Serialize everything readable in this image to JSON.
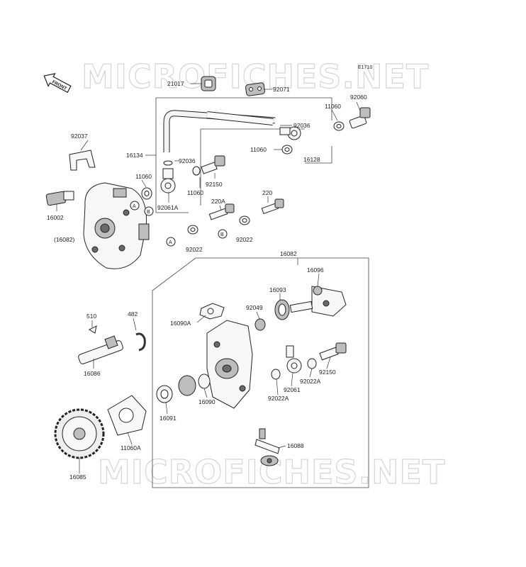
{
  "watermark": "MICROFICHES.NET",
  "diagram_code": "E1710",
  "front_label": "FRONT",
  "callouts": {
    "A": "A",
    "B": "B"
  },
  "labels": [
    {
      "id": "p21017",
      "text": "21017"
    },
    {
      "id": "p92071",
      "text": "92071"
    },
    {
      "id": "p92060",
      "text": "92060"
    },
    {
      "id": "p11060a",
      "text": "11060"
    },
    {
      "id": "p92036a",
      "text": "92036"
    },
    {
      "id": "p11060b",
      "text": "11060"
    },
    {
      "id": "p16128",
      "text": "16128"
    },
    {
      "id": "p92037",
      "text": "92037"
    },
    {
      "id": "p16134",
      "text": "16134"
    },
    {
      "id": "p92036b",
      "text": "92036"
    },
    {
      "id": "p11060c",
      "text": "11060"
    },
    {
      "id": "p92150a",
      "text": "92150"
    },
    {
      "id": "p11060d",
      "text": "11060"
    },
    {
      "id": "p16002",
      "text": "16002"
    },
    {
      "id": "p92061A",
      "text": "92061A"
    },
    {
      "id": "p220A",
      "text": "220A"
    },
    {
      "id": "p220",
      "text": "220"
    },
    {
      "id": "p16082r",
      "text": "(16082)"
    },
    {
      "id": "p92022a",
      "text": "92022"
    },
    {
      "id": "p92022b",
      "text": "92022"
    },
    {
      "id": "p16082",
      "text": "16082"
    },
    {
      "id": "p16096",
      "text": "16096"
    },
    {
      "id": "p16093",
      "text": "16093"
    },
    {
      "id": "p92049",
      "text": "92049"
    },
    {
      "id": "p16090A",
      "text": "16090A"
    },
    {
      "id": "p510",
      "text": "510"
    },
    {
      "id": "p482",
      "text": "482"
    },
    {
      "id": "p16086",
      "text": "16086"
    },
    {
      "id": "p92150b",
      "text": "92150"
    },
    {
      "id": "p92022A1",
      "text": "92022A"
    },
    {
      "id": "p92061",
      "text": "92061"
    },
    {
      "id": "p92022A2",
      "text": "92022A"
    },
    {
      "id": "p16090",
      "text": "16090"
    },
    {
      "id": "p16091",
      "text": "16091"
    },
    {
      "id": "p11060A",
      "text": "11060A"
    },
    {
      "id": "p16088",
      "text": "16088"
    },
    {
      "id": "p16085",
      "text": "16085"
    }
  ]
}
